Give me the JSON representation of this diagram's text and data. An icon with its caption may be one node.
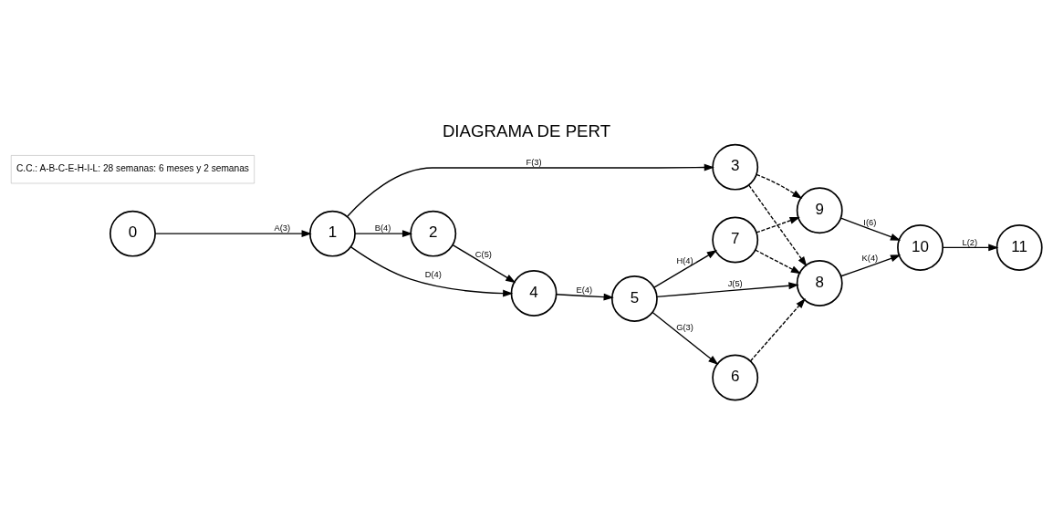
{
  "diagram": {
    "title": "DIAGRAMA DE PERT",
    "nodes": [
      {
        "text": [
          "0"
        ]
      },
      {
        "text": [
          "1"
        ]
      },
      {
        "text": [
          "2"
        ]
      },
      {
        "text": [
          "3"
        ]
      },
      {
        "text": [
          "4"
        ]
      },
      {
        "text": [
          "5"
        ]
      },
      {
        "text": [
          "6"
        ]
      },
      {
        "text": [
          "7"
        ]
      },
      {
        "text": [
          "8"
        ]
      },
      {
        "text": [
          "9"
        ]
      },
      {
        "text": [
          "10"
        ]
      },
      {
        "text": [
          "11"
        ]
      },
      {
        "text": [
          "C.C.: A-B-C-E-H-I-L: 28 semanas: 6 meses y 2 semanas"
        ]
      }
    ],
    "edges": [
      {
        "from": 0,
        "to": 1,
        "arrow": "to",
        "label": "A(3)"
      },
      {
        "from": 1,
        "to": 2,
        "arrow": "to",
        "label": "B(4)"
      },
      {
        "from": 2,
        "to": 4,
        "arrow": "to",
        "label": "C(5)"
      },
      {
        "from": 1,
        "to": 4,
        "arrow": "to",
        "label": "D(4)"
      },
      {
        "from": 1,
        "to": 3,
        "arrow": "to",
        "label": "F(3)"
      },
      {
        "from": 4,
        "to": 5,
        "arrow": "to",
        "label": "E(4)"
      },
      {
        "from": 5,
        "to": 6,
        "arrow": "to",
        "label": "G(3)"
      },
      {
        "from": 5,
        "to": 7,
        "arrow": "to",
        "label": "H(4)"
      },
      {
        "from": 5,
        "to": 8,
        "arrow": "to",
        "label": "J(5)"
      },
      {
        "from": 6,
        "to": 8,
        "arrow": "to",
        "style": "dashed"
      },
      {
        "from": 7,
        "to": 8,
        "arrow": "to",
        "style": "dashed"
      },
      {
        "from": 3,
        "to": 8,
        "arrow": "to",
        "style": "dashed"
      },
      {
        "from": 3,
        "to": 9,
        "arrow": "to",
        "style": "dashed"
      },
      {
        "from": 7,
        "to": 9,
        "arrow": "to",
        "style": "dashed"
      },
      {
        "from": 9,
        "to": 10,
        "arrow": "to",
        "label": "I(6)"
      },
      {
        "from": 8,
        "to": 10,
        "arrow": "to",
        "label": "K(4)"
      },
      {
        "from": 10,
        "to": 11,
        "arrow": "to",
        "label": "L(2)"
      }
    ]
  }
}
